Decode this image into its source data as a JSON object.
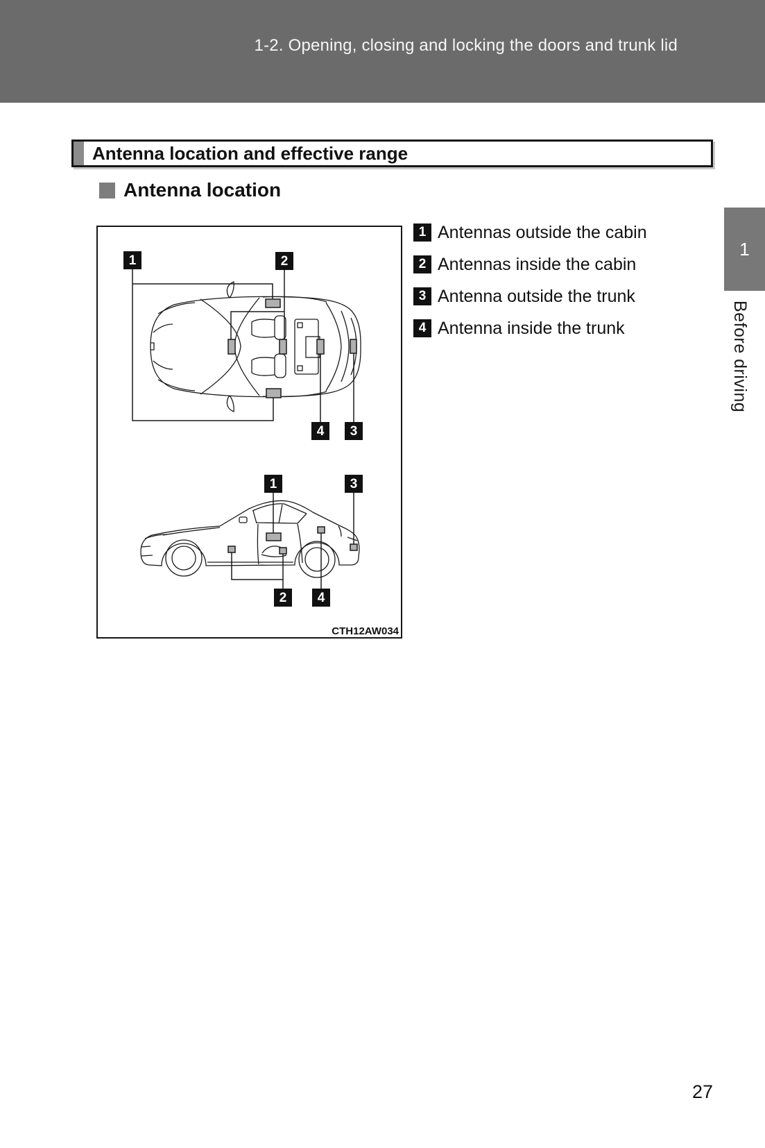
{
  "header": {
    "breadcrumb": "1-2. Opening, closing and locking the doors and trunk lid"
  },
  "section": {
    "title": "Antenna location and effective range"
  },
  "subsection": {
    "title": "Antenna location"
  },
  "legend": {
    "items": [
      {
        "number": "1",
        "label": "Antennas outside the cabin"
      },
      {
        "number": "2",
        "label": "Antennas inside the cabin"
      },
      {
        "number": "3",
        "label": "Antenna outside the trunk"
      },
      {
        "number": "4",
        "label": "Antenna inside the trunk"
      }
    ]
  },
  "figure": {
    "caption_code": "CTH12AW034",
    "markers": {
      "m1": "1",
      "m2": "2",
      "m3": "3",
      "m4": "4"
    },
    "icons": {
      "antenna_marker": "small-gray-rectangle",
      "views": [
        "car-top-view",
        "car-side-view"
      ]
    }
  },
  "sidebar": {
    "chapter_number": "1",
    "chapter_title": "Before driving"
  },
  "page": {
    "number": "27"
  },
  "colors": {
    "header_band": "#6b6b6b",
    "chapter_tab": "#787878",
    "title_accent": "#8c8c8c",
    "subsection_bullet": "#7d7d7d",
    "badge_bg": "#111111",
    "antenna_fill": "#b0b0b0",
    "line_art": "#1a1a1a"
  }
}
